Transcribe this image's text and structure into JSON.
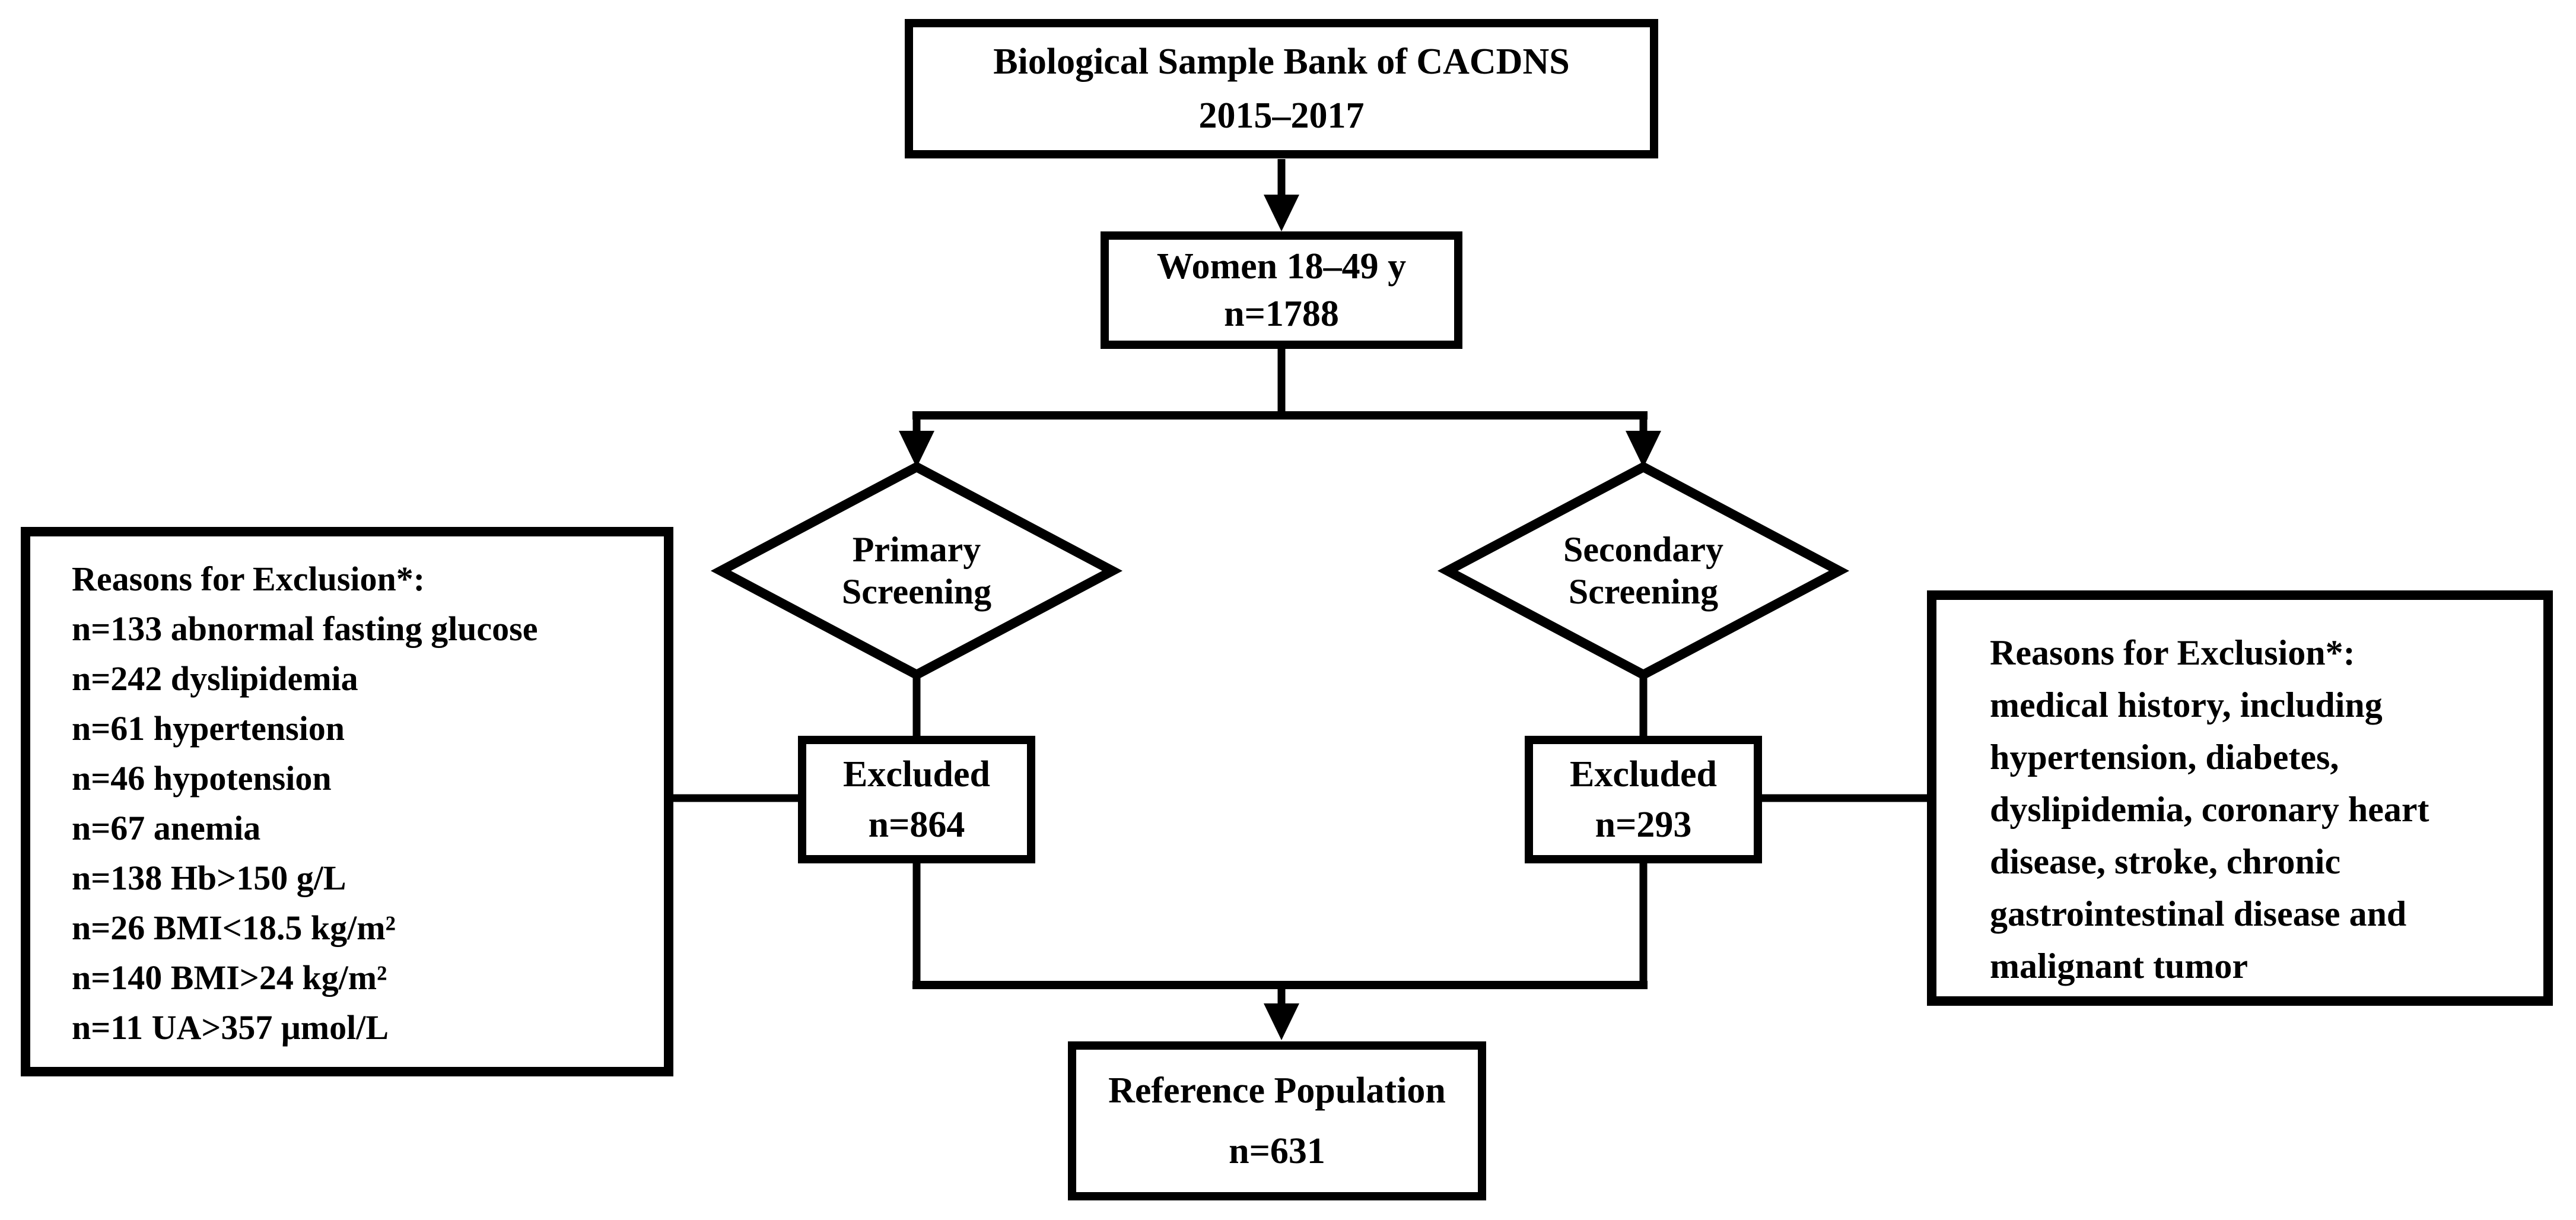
{
  "figure": {
    "background": "#ffffff",
    "ink": "#000000",
    "description": "Participant selection flowchart"
  },
  "nodes": {
    "source": {
      "line1": "Biological Sample Bank of CACDNS",
      "line2": "2015–2017"
    },
    "women": {
      "line1": "Women 18–49 y",
      "line2": "n=1788"
    },
    "primary_screening": {
      "line1": "Primary",
      "line2": "Screening"
    },
    "secondary_screening": {
      "line1": "Secondary",
      "line2": "Screening"
    },
    "excluded_primary": {
      "line1": "Excluded",
      "line2": "n=864"
    },
    "excluded_secondary": {
      "line1": "Excluded",
      "line2": "n=293"
    },
    "reference": {
      "line1": "Reference Population",
      "line2": "n=631"
    }
  },
  "reasons_left": {
    "lines": [
      "Reasons for Exclusion*:",
      "n=133 abnormal fasting glucose",
      "n=242 dyslipidemia",
      "n=61 hypertension",
      "n=46 hypotension",
      "n=67 anemia",
      "n=138 Hb>150 g/L",
      "n=26 BMI<18.5 kg/m²",
      "n=140 BMI>24 kg/m²",
      "n=11 UA>357 μmol/L"
    ]
  },
  "reasons_right": {
    "lines": [
      "Reasons for Exclusion*:",
      "medical history, including",
      "hypertension, diabetes,",
      "dyslipidemia, coronary heart",
      "disease, stroke, chronic",
      "gastrointestinal disease and",
      "malignant tumor"
    ]
  }
}
